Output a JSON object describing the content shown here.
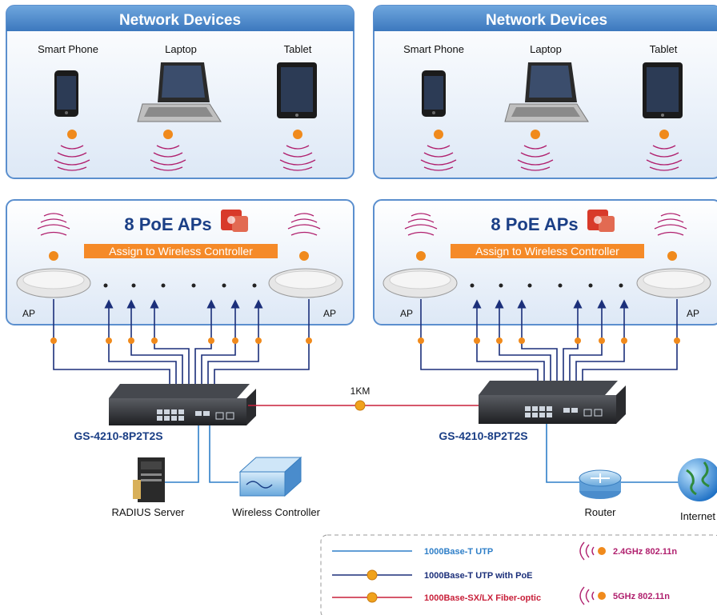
{
  "panels": [
    {
      "title": "Network Devices",
      "devices": [
        "Smart Phone",
        "Laptop",
        "Tablet"
      ],
      "poe_label": "8 PoE APs",
      "assign_label": "Assign to Wireless Controller",
      "ap_left": "AP",
      "ap_right": "AP",
      "switch_model": "GS-4210-8P2T2S",
      "peripherals": [
        "RADIUS Server",
        "Wireless Controller"
      ]
    },
    {
      "title": "Network Devices",
      "devices": [
        "Smart Phone",
        "Laptop",
        "Tablet"
      ],
      "poe_label": "8 PoE APs",
      "assign_label": "Assign to Wireless Controller",
      "ap_left": "AP",
      "ap_right": "AP",
      "switch_model": "GS-4210-8P2T2S",
      "peripherals": [
        "Router",
        "Internet"
      ]
    }
  ],
  "link_distance": "1KM",
  "legend": {
    "lines": [
      "1000Base-T UTP",
      "1000Base-T UTP with PoE",
      "1000Base-SX/LX Fiber-optic"
    ],
    "wireless": [
      "2.4GHz 802.11n",
      "5GHz 802.11n"
    ]
  },
  "colors": {
    "panel_header": "#4a86c8",
    "panel_border": "#5b8fce",
    "utp": "#2f7fc8",
    "poe": "#1b2f7a",
    "fiber": "#c8203a",
    "poe_dot": "#f08a1c",
    "signal": "#b0206e",
    "assign_bar": "#f58a28"
  }
}
